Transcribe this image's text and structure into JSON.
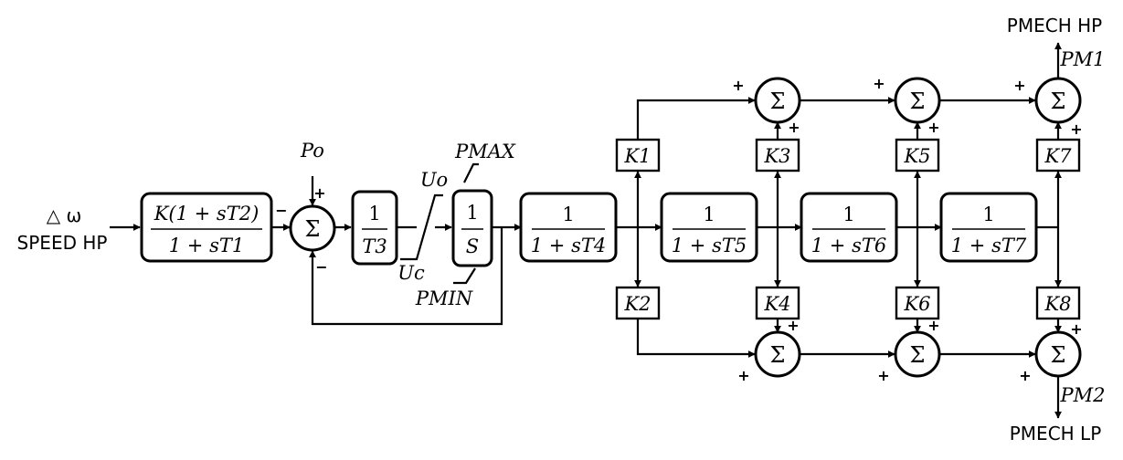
{
  "input": {
    "line1": "△ ω",
    "line2": "SPEED HP"
  },
  "lead_lag": {
    "numerator": "K(1 + sT2)",
    "denominator": "1 + sT1"
  },
  "sum_main": {
    "symbol": "Σ",
    "ref_label": "Po",
    "ref_sign": "+",
    "left_sign": "−",
    "fb_sign": "−"
  },
  "rate_block": {
    "numerator": "1",
    "denominator": "T3"
  },
  "rate_limits": {
    "upper": "Uo",
    "lower": "Uc"
  },
  "integrator": {
    "numerator": "1",
    "denominator": "S",
    "max": "PMAX",
    "min": "PMIN"
  },
  "lags": [
    {
      "numerator": "1",
      "denominator": "1 + sT4"
    },
    {
      "numerator": "1",
      "denominator": "1 + sT5"
    },
    {
      "numerator": "1",
      "denominator": "1 + sT6"
    },
    {
      "numerator": "1",
      "denominator": "1 + sT7"
    }
  ],
  "gains_top": [
    "K1",
    "K3",
    "K5",
    "K7"
  ],
  "gains_bottom": [
    "K2",
    "K4",
    "K6",
    "K8"
  ],
  "sum_symbol": "Σ",
  "plus": "+",
  "outputs": {
    "hp_signal": "PM1",
    "hp_label": "PMECH HP",
    "lp_signal": "PM2",
    "lp_label": "PMECH LP"
  }
}
